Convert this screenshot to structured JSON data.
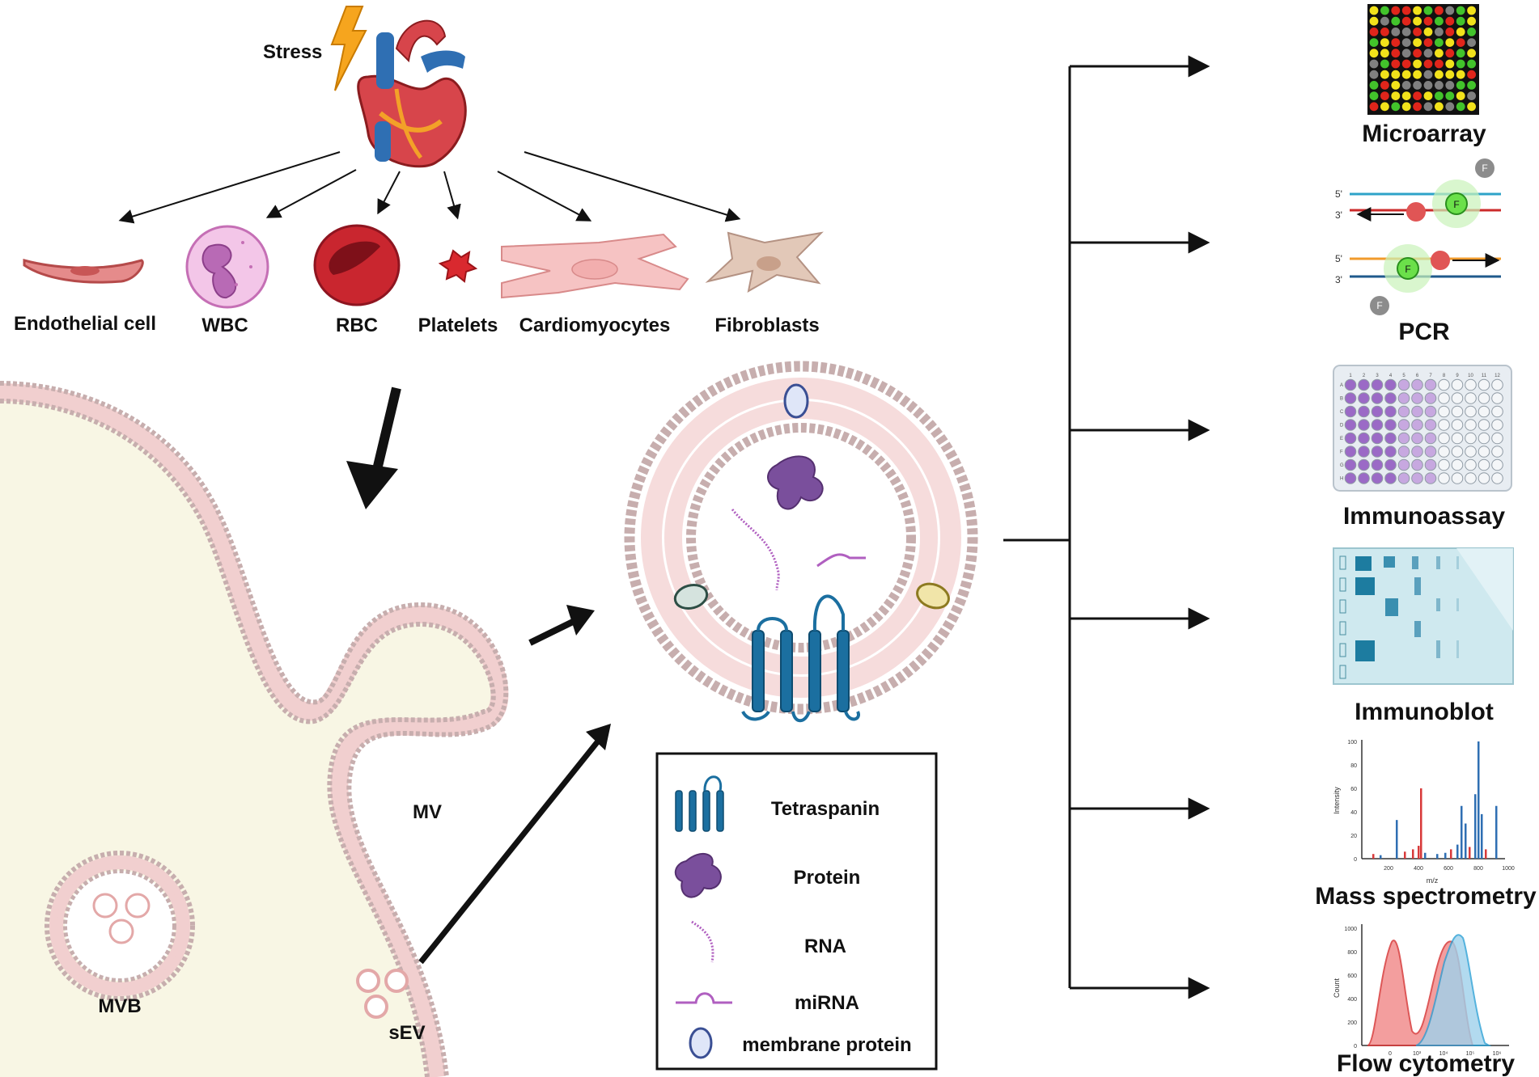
{
  "stress_label": "Stress",
  "cell_types": [
    {
      "label": "Endothelial cell",
      "icon": "endothelial-cell-icon"
    },
    {
      "label": "WBC",
      "icon": "wbc-icon"
    },
    {
      "label": "RBC",
      "icon": "rbc-icon"
    },
    {
      "label": "Platelets",
      "icon": "platelet-icon"
    },
    {
      "label": "Cardiomyocytes",
      "icon": "cardiomyocyte-icon"
    },
    {
      "label": "Fibroblasts",
      "icon": "fibroblast-icon"
    }
  ],
  "cell_labels": {
    "mv": "MV",
    "mvb": "MVB",
    "sev": "sEV"
  },
  "legend": {
    "tetraspanin": "Tetraspanin",
    "protein": "Protein",
    "rna": "RNA",
    "mirna": "miRNA",
    "membrane_protein": "membrane protein"
  },
  "methods": [
    {
      "label": "Microarray",
      "icon": "microarray-icon"
    },
    {
      "label": "PCR",
      "icon": "pcr-icon"
    },
    {
      "label": "Immunoassay",
      "icon": "immunoassay-plate-icon"
    },
    {
      "label": "Immunoblot",
      "icon": "immunoblot-icon"
    },
    {
      "label": "Mass spectrometry",
      "icon": "mass-spectrum-icon"
    },
    {
      "label": "Flow cytometry",
      "icon": "flow-histogram-icon"
    }
  ],
  "pcr_strand_labels": {
    "five_prime": "5'",
    "three_prime": "3'",
    "fluor": "F"
  },
  "plate": {
    "cols": [
      "1",
      "2",
      "3",
      "4",
      "5",
      "6",
      "7",
      "8",
      "9",
      "10",
      "11",
      "12"
    ],
    "rows": [
      "A",
      "B",
      "C",
      "D",
      "E",
      "F",
      "G",
      "H"
    ]
  },
  "mass_spec": {
    "ylabel": "Intensity",
    "xlabel": "m/z",
    "yticks": [
      "0",
      "20",
      "40",
      "60",
      "80",
      "100"
    ],
    "xticks": [
      "200",
      "400",
      "600",
      "800",
      "1000"
    ]
  },
  "flow": {
    "ylabel": "Count",
    "yticks": [
      "0",
      "200",
      "400",
      "600",
      "800",
      "1000"
    ],
    "xticks": [
      "0",
      "10³",
      "10⁴",
      "10⁵",
      "10⁶"
    ]
  },
  "colors": {
    "tetraspanin": "#1b6fa0",
    "protein": "#7a4f9c",
    "rna": "#b05fc0",
    "lipid_head": "#c2a4a5",
    "cell_fill": "#f8f6e4",
    "red_series": "#d83a3a",
    "blue_series": "#2f6fb3"
  }
}
